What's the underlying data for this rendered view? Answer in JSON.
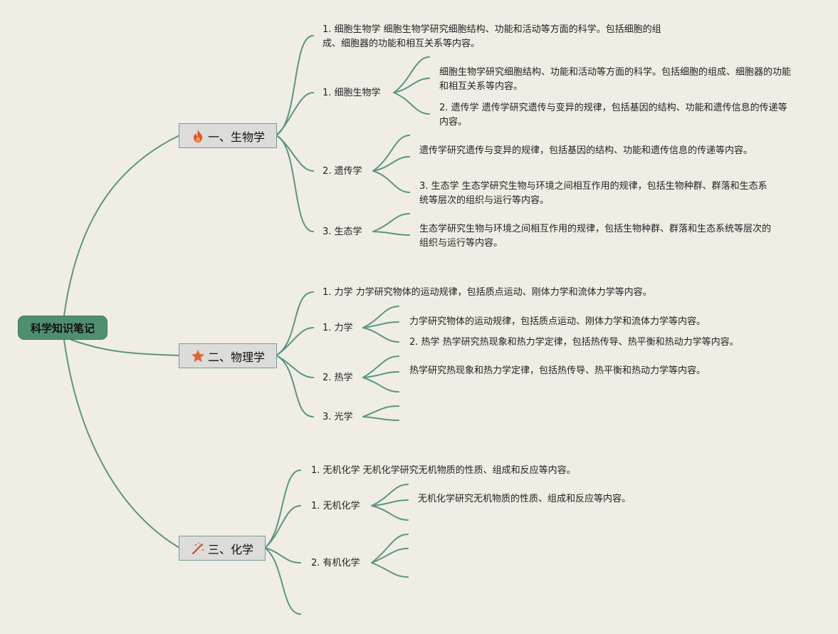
{
  "root": {
    "label": "科学知识笔记"
  },
  "branches": [
    {
      "label": "一、生物学",
      "icon": "fire-icon",
      "items": [
        {
          "text": "1. 细胞生物学 细胞生物学研究细胞结构、功能和活动等方面的科学。包括细胞的组成、细胞器的功能和相互关系等内容。"
        },
        {
          "text": "1. 细胞生物学",
          "children": [
            "细胞生物学研究细胞结构、功能和活动等方面的科学。包括细胞的组成、细胞器的功能和相互关系等内容。",
            "2. 遗传学 遗传学研究遗传与变异的规律，包括基因的结构、功能和遗传信息的传递等内容。"
          ]
        },
        {
          "text": "2. 遗传学",
          "children": [
            "遗传学研究遗传与变异的规律，包括基因的结构、功能和遗传信息的传递等内容。",
            "3. 生态学 生态学研究生物与环境之间相互作用的规律，包括生物种群、群落和生态系统等层次的组织与运行等内容。"
          ]
        },
        {
          "text": "3. 生态学",
          "children": [
            "生态学研究生物与环境之间相互作用的规律，包括生物种群、群落和生态系统等层次的组织与运行等内容。"
          ]
        }
      ]
    },
    {
      "label": "二、物理学",
      "icon": "star-icon",
      "items": [
        {
          "text": "1. 力学 力学研究物体的运动规律，包括质点运动、刚体力学和流体力学等内容。"
        },
        {
          "text": "1. 力学",
          "children": [
            "力学研究物体的运动规律，包括质点运动、刚体力学和流体力学等内容。",
            "2. 热学 热学研究热现象和热力学定律，包括热传导、热平衡和热动力学等内容。"
          ]
        },
        {
          "text": "2. 热学",
          "children": [
            "热学研究热现象和热力学定律，包括热传导、热平衡和热动力学等内容。"
          ]
        },
        {
          "text": "3. 光学"
        }
      ]
    },
    {
      "label": "三、化学",
      "icon": "magic-wand-icon",
      "items": [
        {
          "text": "1. 无机化学 无机化学研究无机物质的性质、组成和反应等内容。"
        },
        {
          "text": "1. 无机化学",
          "children": [
            "无机化学研究无机物质的性质、组成和反应等内容。"
          ]
        },
        {
          "text": "2. 有机化学"
        }
      ]
    }
  ],
  "colors": {
    "background": "#f0ede4",
    "edge": "#5a9680",
    "root_fill": "#4f8f6f",
    "branch_fill": "#dcdcd8",
    "branch_border": "#7a9a9a",
    "fire": "#e8522a",
    "star": "#e0643a",
    "wand": "#d8403a"
  }
}
